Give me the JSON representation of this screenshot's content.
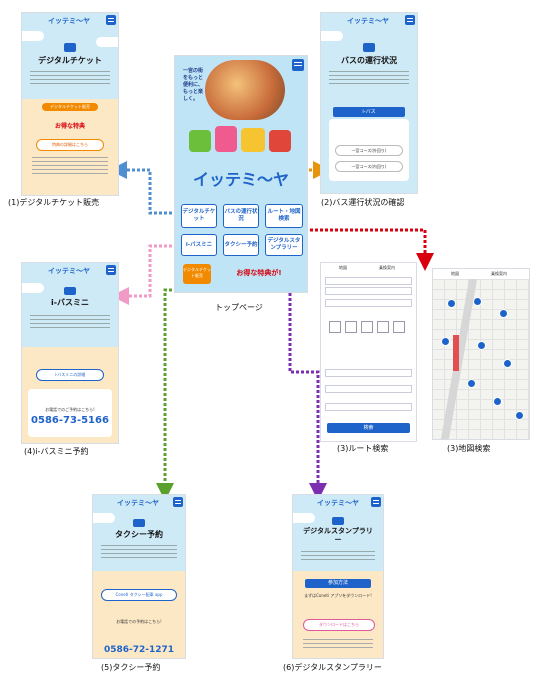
{
  "captions": {
    "s1": "(1)デジタルチケット販売",
    "s2": "(2)バス運行状況の確認",
    "s3a": "(3)ルート検索",
    "s3b": "(3)地図検索",
    "s4": "(4)i-バスミニ予約",
    "s5": "(5)タクシー予約",
    "s6": "(6)デジタルスタンプラリー",
    "top": "トップページ"
  },
  "screens": {
    "ticket": {
      "logo": "イッテミ〜ヤ",
      "title": "デジタルチケット",
      "band": "デジタルチケット販売",
      "campaign_line": "お得な特典",
      "button": "特典の詳細はこちら"
    },
    "bus": {
      "logo": "イッテミ〜ヤ",
      "title": "バスの運行状況",
      "subtitle": "i-バス",
      "line1": "一宮コース(外回り)",
      "line2": "一宮コース(内回り)"
    },
    "top": {
      "logo": "イッテミ〜ヤ",
      "hero_text": "一宮の街をもっと便利に、もっと楽しく。",
      "nav": [
        "デジタルチケット",
        "バスの運行状況",
        "ルート・地図検索",
        "i-バスミニ",
        "タクシー予約",
        "デジタルスタンプラリー"
      ],
      "promo_tag": "デジタルチケット販売",
      "promo_text": "お得な特典が!"
    },
    "mini": {
      "logo": "イッテミ〜ヤ",
      "title": "i-バスミニ",
      "button": "i-バスミニの詳細",
      "phone_label": "お電話でのご予約はこちら!",
      "phone": "0586-73-5166"
    },
    "route": {
      "tab1": "地図",
      "tab2": "乗換案内",
      "search_button": "検索"
    },
    "map": {
      "tab1": "地図",
      "tab2": "乗換案内"
    },
    "taxi": {
      "logo": "イッテミ〜ヤ",
      "title": "タクシー予約",
      "button": "Coneti タクシー配車 app",
      "phone_label": "お電話での予約はこちら!",
      "phone": "0586-72-1271"
    },
    "stamp": {
      "logo": "イッテミ〜ヤ",
      "title": "デジタルスタンプラリー",
      "band": "参加方法",
      "step": "まずはConeti アプリをダウンロード!",
      "button": "ダウンロードはこちら"
    }
  },
  "colors": {
    "blue": "#1e63c9",
    "orange": "#f28a00",
    "red": "#d8000c",
    "pink": "#f29ac7",
    "green": "#5aa02c",
    "purple": "#7b2fb0"
  }
}
